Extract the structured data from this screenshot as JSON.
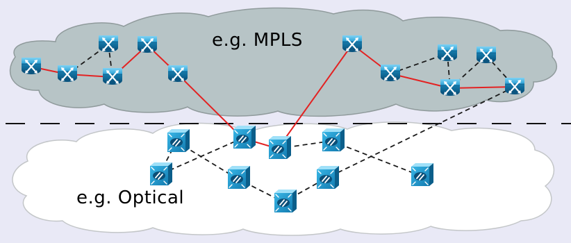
{
  "layers": {
    "upper": {
      "label": "e.g. MPLS",
      "cloud_color": "#b7c4c6"
    },
    "lower": {
      "label": "e.g. Optical",
      "cloud_color": "#ffffff"
    }
  },
  "colors": {
    "background": "#e9e9f6",
    "cloud_outline": "#8f9a9b",
    "lower_cloud_outline": "#c3c6c8",
    "path_highlight": "#e32222",
    "dashed_link": "#1a1a1a",
    "separator": "#111111",
    "device_blue": "#2aa0d4",
    "device_dark": "#0c5e8a"
  },
  "icons": {
    "router": "router-icon",
    "optical_switch": "optical-switch-icon"
  },
  "link_styles": {
    "highlighted_path": "solid red",
    "other_links": "dashed black",
    "layer_separator": "dashed black"
  }
}
